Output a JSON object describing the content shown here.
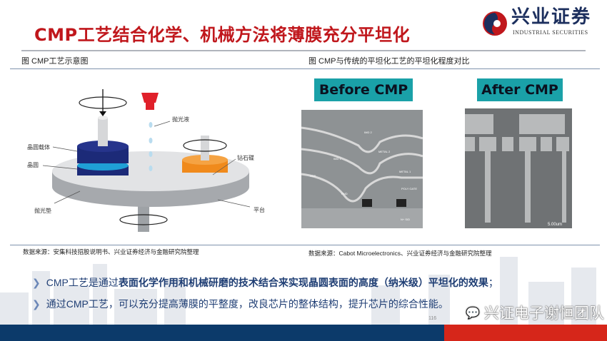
{
  "title": "CMP工艺结合化学、机械方法将薄膜充分平坦化",
  "logo": {
    "cn": "兴业证券",
    "en": "INDUSTRIAL SECURITIES"
  },
  "left_figure": {
    "caption": "图  CMP工艺示意图",
    "labels": {
      "carrier": "晶圆载体",
      "wafer": "晶圆",
      "slurry": "抛光液",
      "diamond": "钻石碟",
      "pad": "抛光垫",
      "platen": "平台"
    },
    "source": "数据来源：安集科技招股说明书、兴业证券经济与金融研究院整理"
  },
  "right_figure": {
    "caption": "图  CMP与传统的平坦化工艺的平坦化程度对比",
    "before": "Before CMP",
    "after": "After CMP",
    "sem_labels": [
      "IMD 2",
      "METAL 2",
      "IMD 1",
      "METAL 1",
      "VDD",
      "FMD",
      "POLY GATE",
      "N+ S/D"
    ],
    "scale": "5.00um",
    "source": "数据来源：Cabot Microelectronics、兴业证券经济与金融研究院整理"
  },
  "bullets": [
    {
      "pre": "CMP工艺是通过",
      "bold": "表面化学作用和机械研磨的技术结合来实现晶圆表面的高度（纳米级）平坦化的效果",
      "post": "；"
    },
    {
      "pre": "通过CMP工艺，可以充分提高薄膜的平整度，改良芯片的整体结构，提升芯片的综合性能。",
      "bold": "",
      "post": ""
    }
  ],
  "watermark": "兴证电子谢恒团队",
  "page_number": "116"
}
